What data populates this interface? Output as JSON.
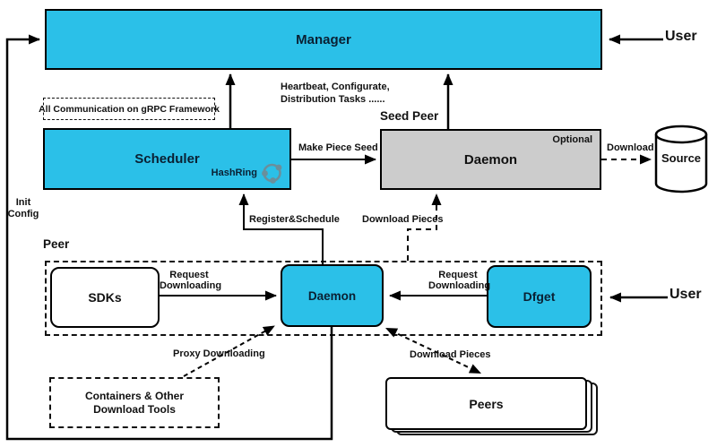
{
  "diagram": {
    "colors": {
      "accent_cyan": "#2bc0e8",
      "gray_box": "#cccccc",
      "label_on_cyan": "#0a2033",
      "hashring_icon": "#6a8f9c"
    },
    "nodes": {
      "manager": {
        "label": "Manager"
      },
      "scheduler": {
        "label": "Scheduler",
        "hashring_label": "HashRing"
      },
      "seed_daemon": {
        "label": "Daemon",
        "optional_label": "Optional"
      },
      "source": {
        "label": "Source"
      },
      "sdks": {
        "label": "SDKs"
      },
      "peer_daemon": {
        "label": "Daemon"
      },
      "dfget": {
        "label": "Dfget"
      },
      "containers": {
        "line1": "Containers & Other",
        "line2": "Download Tools"
      },
      "peers": {
        "label": "Peers"
      }
    },
    "groups": {
      "seed_peer_label": "Seed Peer",
      "peer_label": "Peer"
    },
    "labels": {
      "grpc_note": "All Communication on gRPC Framework",
      "heartbeat_line1": "Heartbeat, Configurate,",
      "heartbeat_line2": "Distribution Tasks ......",
      "make_piece_seed": "Make Piece Seed",
      "download": "Download",
      "register_schedule": "Register&Schedule",
      "download_pieces_upper": "Download Pieces",
      "download_pieces_lower": "Download Pieces",
      "init_line1": "Init",
      "init_line2": "Config",
      "request_line1": "Request",
      "request_line2": "Downloading",
      "proxy_downloading": "Proxy Downloading",
      "user_top": "User",
      "user_bottom": "User"
    }
  }
}
